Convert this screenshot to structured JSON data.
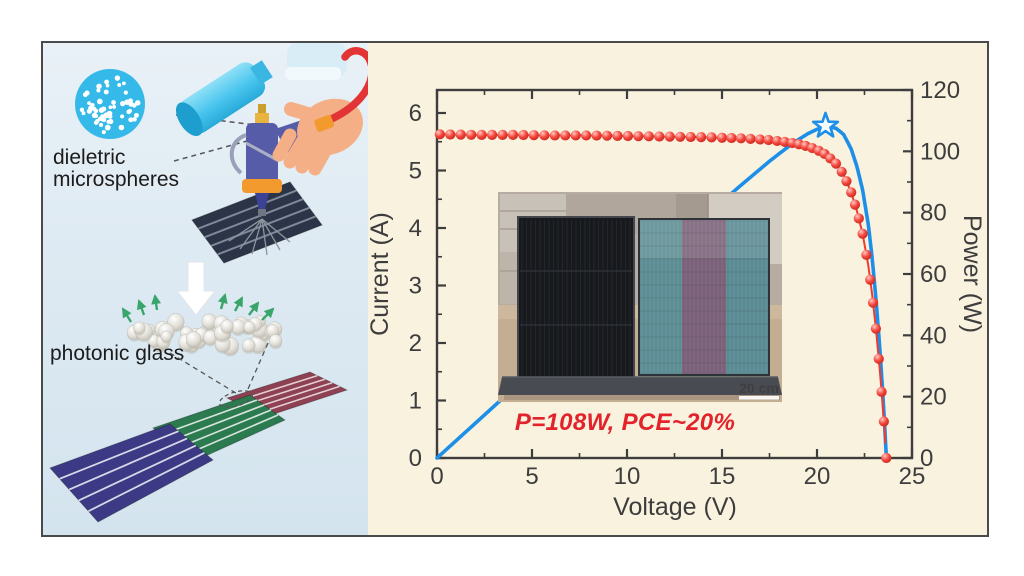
{
  "left_panel": {
    "labels": {
      "microspheres_line1": "dieletric",
      "microspheres_line2": "microspheres",
      "photonic_glass": "photonic glass"
    }
  },
  "colors": {
    "figure_border": "#4a4a4a",
    "chart_background": "#f9f2df",
    "left_panel_background": "#dce9f2",
    "axis": "#3d3d3d",
    "iv_marker": "#ee3b31",
    "power_line": "#1d8fe8",
    "annotation_red": "#e2232b",
    "star": "#1d8fe8"
  },
  "chart_data": {
    "type": "line",
    "xlabel": "Voltage (V)",
    "ylabel_left": "Current (A)",
    "ylabel_right": "Power (W)",
    "xlim": [
      0,
      25
    ],
    "ylim_left": [
      0,
      6.4
    ],
    "ylim_right": [
      0,
      120
    ],
    "xticks": [
      0,
      5,
      10,
      15,
      20,
      25
    ],
    "yticks_left": [
      0,
      1,
      2,
      3,
      4,
      5,
      6
    ],
    "yticks_right": [
      0,
      20,
      40,
      60,
      80,
      100,
      120
    ],
    "x_minor_step": 2.5,
    "y_left_minor_step": 0.5,
    "y_right_minor_step": 10,
    "series": [
      {
        "name": "I-V curve",
        "axis": "left",
        "color": "#ee3b31",
        "marker": "sphere",
        "v": [
          0,
          2,
          4,
          6,
          8,
          10,
          12,
          14,
          15,
          16,
          17,
          17.5,
          18,
          18.5,
          19,
          19.5,
          20,
          20.5,
          21,
          21.4,
          21.8,
          22.1,
          22.4,
          22.7,
          22.9,
          23.1,
          23.3,
          23.45,
          23.55,
          23.65
        ],
        "i": [
          5.63,
          5.62,
          5.62,
          5.61,
          5.61,
          5.6,
          5.59,
          5.58,
          5.57,
          5.56,
          5.54,
          5.53,
          5.51,
          5.49,
          5.46,
          5.42,
          5.36,
          5.27,
          5.12,
          4.93,
          4.62,
          4.3,
          3.9,
          3.35,
          2.85,
          2.25,
          1.55,
          0.95,
          0.5,
          0
        ],
        "marker_v": [
          0.15,
          0.7,
          1.25,
          1.8,
          2.35,
          2.9,
          3.45,
          4.0,
          4.55,
          5.1,
          5.65,
          6.2,
          6.75,
          7.3,
          7.85,
          8.4,
          8.95,
          9.5,
          10.05,
          10.6,
          11.15,
          11.7,
          12.25,
          12.8,
          13.35,
          13.9,
          14.45,
          15.0,
          15.5,
          16.0,
          16.5,
          17.0,
          17.45,
          17.9,
          18.3,
          18.7,
          19.05,
          19.4,
          19.75,
          20.1,
          20.4,
          20.7,
          21.0,
          21.3,
          21.55,
          21.8,
          22.0,
          22.2,
          22.4,
          22.6,
          22.8,
          22.95,
          23.1,
          23.25,
          23.4,
          23.52,
          23.65
        ]
      },
      {
        "name": "P-V curve",
        "axis": "right",
        "color": "#1d8fe8",
        "derivation": "P = V x I"
      }
    ],
    "mpp_star": {
      "v": 20.45,
      "p": 108.3
    },
    "isc_A": 5.62,
    "voc_V": 23.65,
    "annotation": {
      "text": "P=108W, PCE~20%"
    },
    "inset_scalebar": "20 cm"
  }
}
